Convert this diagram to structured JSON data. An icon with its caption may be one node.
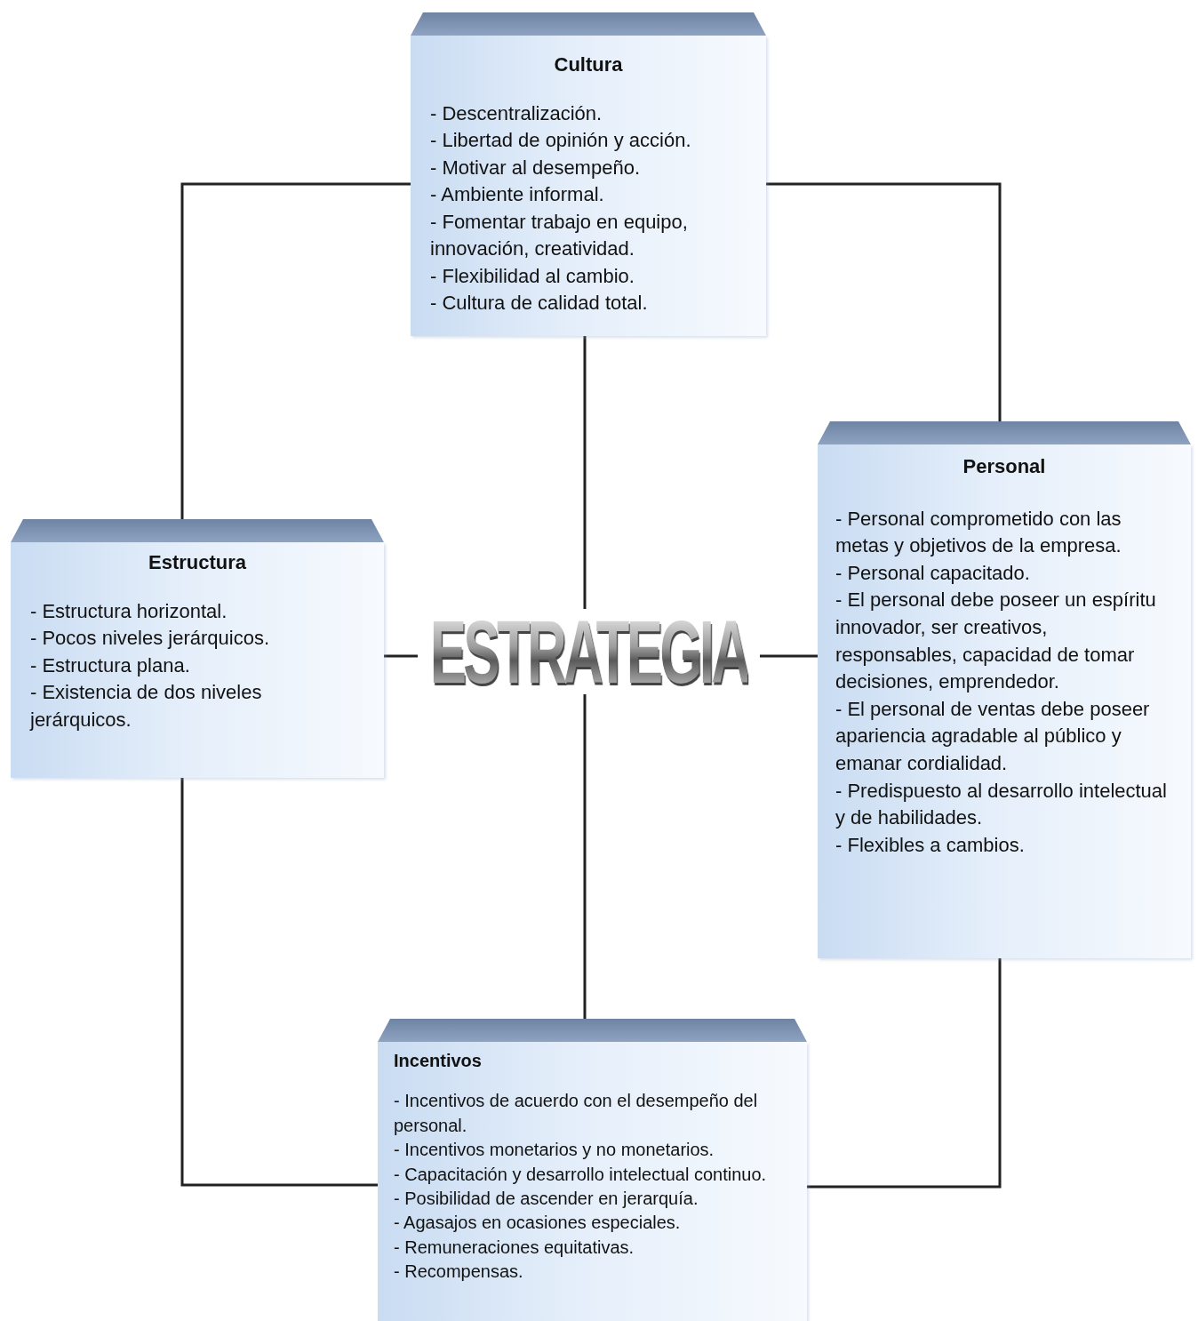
{
  "diagram": {
    "nodes": [
      {
        "text": [
          "Cultura",
          "- Descentralización.",
          "- Libertad de opinión y acción.",
          "- Motivar al desempeño.",
          "- Ambiente informal.",
          "- Fomentar trabajo en equipo, innovación, creatividad.",
          "- Flexibilidad al cambio.",
          "- Cultura de calidad total."
        ]
      },
      {
        "text": [
          "Estructura",
          "- Estructura horizontal.",
          "- Pocos niveles jerárquicos.",
          "- Estructura plana.",
          "- Existencia de dos niveles jerárquicos."
        ]
      },
      {
        "text": [
          "ESTRATEGIA"
        ]
      },
      {
        "text": [
          "Personal",
          "- Personal comprometido con las metas y objetivos de la empresa.",
          "- Personal capacitado.",
          "- El personal debe poseer un espíritu innovador, ser creativos, responsables, capacidad de tomar decisiones, emprendedor.",
          "- El personal de ventas debe poseer apariencia agradable al público y emanar cordialidad.",
          "- Predispuesto al desarrollo intelectual y de habilidades.",
          "- Flexibles a cambios."
        ]
      },
      {
        "text": [
          "Incentivos",
          "- Incentivos de acuerdo con el desempeño del personal.",
          "- Incentivos monetarios y no monetarios.",
          "- Capacitación y desarrollo intelectual continuo.",
          "- Posibilidad de ascender en jerarquía.",
          "- Agasajos en ocasiones especiales.",
          "- Remuneraciones equitativas.",
          "- Recompensas."
        ]
      }
    ],
    "edges": [
      {
        "from": 0,
        "to": 1,
        "arrow": "none"
      },
      {
        "from": 0,
        "to": 3,
        "arrow": "none"
      },
      {
        "from": 0,
        "to": 2,
        "arrow": "none"
      },
      {
        "from": 1,
        "to": 2,
        "arrow": "none"
      },
      {
        "from": 2,
        "to": 3,
        "arrow": "none"
      },
      {
        "from": 2,
        "to": 4,
        "arrow": "none"
      },
      {
        "from": 1,
        "to": 4,
        "arrow": "none"
      },
      {
        "from": 3,
        "to": 4,
        "arrow": "none"
      }
    ]
  }
}
